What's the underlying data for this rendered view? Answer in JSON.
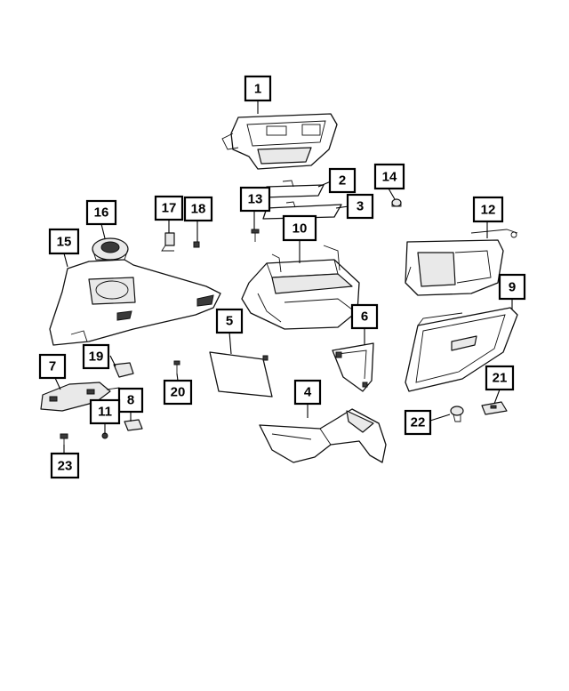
{
  "diagram": {
    "callouts": [
      {
        "id": "1"
      },
      {
        "id": "2"
      },
      {
        "id": "3"
      },
      {
        "id": "4"
      },
      {
        "id": "5"
      },
      {
        "id": "6"
      },
      {
        "id": "7"
      },
      {
        "id": "8"
      },
      {
        "id": "9"
      },
      {
        "id": "10"
      },
      {
        "id": "11"
      },
      {
        "id": "12"
      },
      {
        "id": "13"
      },
      {
        "id": "14"
      },
      {
        "id": "15"
      },
      {
        "id": "16"
      },
      {
        "id": "17"
      },
      {
        "id": "18"
      },
      {
        "id": "19"
      },
      {
        "id": "20"
      },
      {
        "id": "21"
      },
      {
        "id": "22"
      },
      {
        "id": "23"
      }
    ]
  }
}
